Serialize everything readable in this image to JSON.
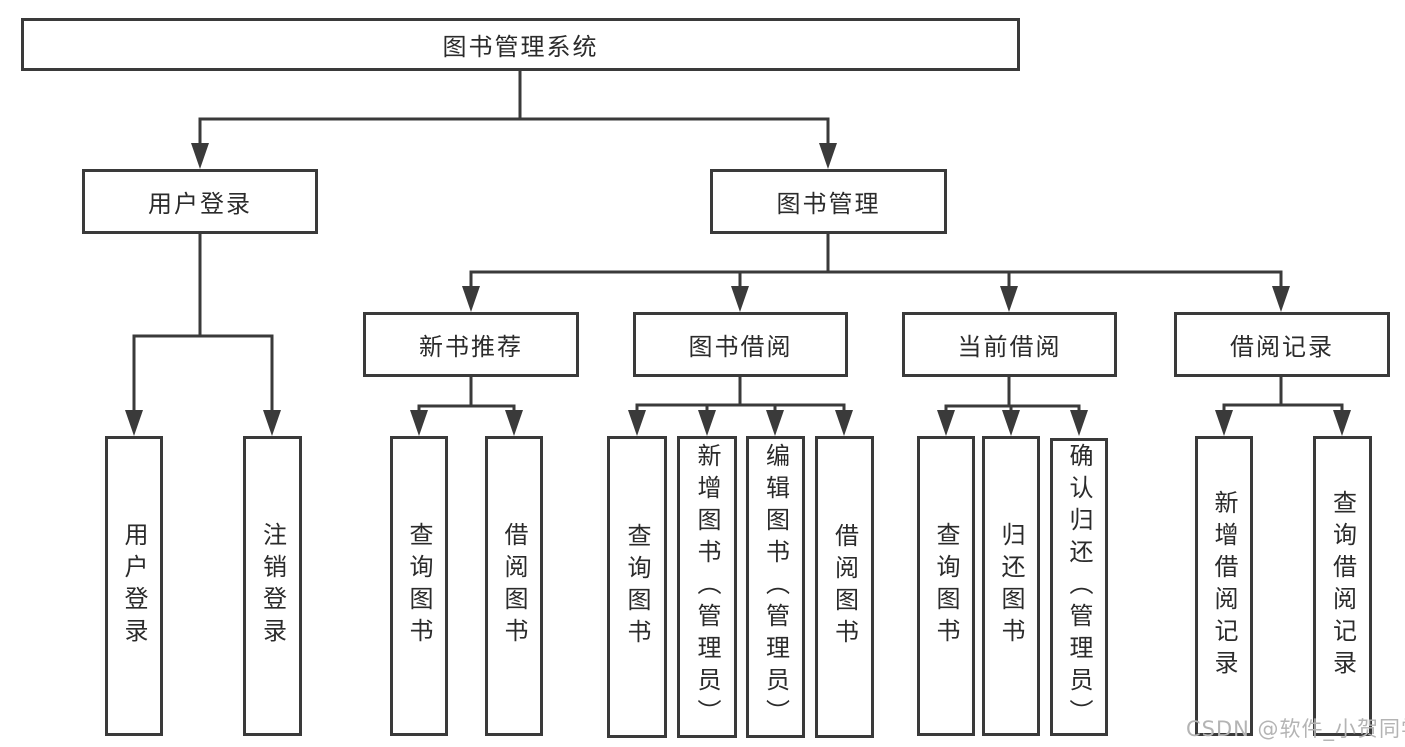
{
  "tree": {
    "root": {
      "label": "图书管理系统"
    },
    "branches": [
      {
        "label": "用户登录",
        "children": [
          {
            "label": "用户登录"
          },
          {
            "label": "注销登录"
          }
        ]
      },
      {
        "label": "图书管理",
        "children": [
          {
            "label": "新书推荐",
            "children": [
              {
                "label": "查询图书"
              },
              {
                "label": "借阅图书"
              }
            ]
          },
          {
            "label": "图书借阅",
            "children": [
              {
                "label": "查询图书"
              },
              {
                "label": "新增图书（管理员）"
              },
              {
                "label": "编辑图书（管理员）"
              },
              {
                "label": "借阅图书"
              }
            ]
          },
          {
            "label": "当前借阅",
            "children": [
              {
                "label": "查询图书"
              },
              {
                "label": "归还图书"
              },
              {
                "label": "确认归还（管理员）"
              }
            ]
          },
          {
            "label": "借阅记录",
            "children": [
              {
                "label": "新增借阅记录"
              },
              {
                "label": "查询借阅记录"
              }
            ]
          }
        ]
      }
    ]
  },
  "watermark": {
    "text": "CSDN @软件_小贺同学"
  },
  "colors": {
    "line": "#3a3a3a",
    "text": "#2b2b2b",
    "background": "#ffffff",
    "watermark": "#b4b4b4"
  }
}
